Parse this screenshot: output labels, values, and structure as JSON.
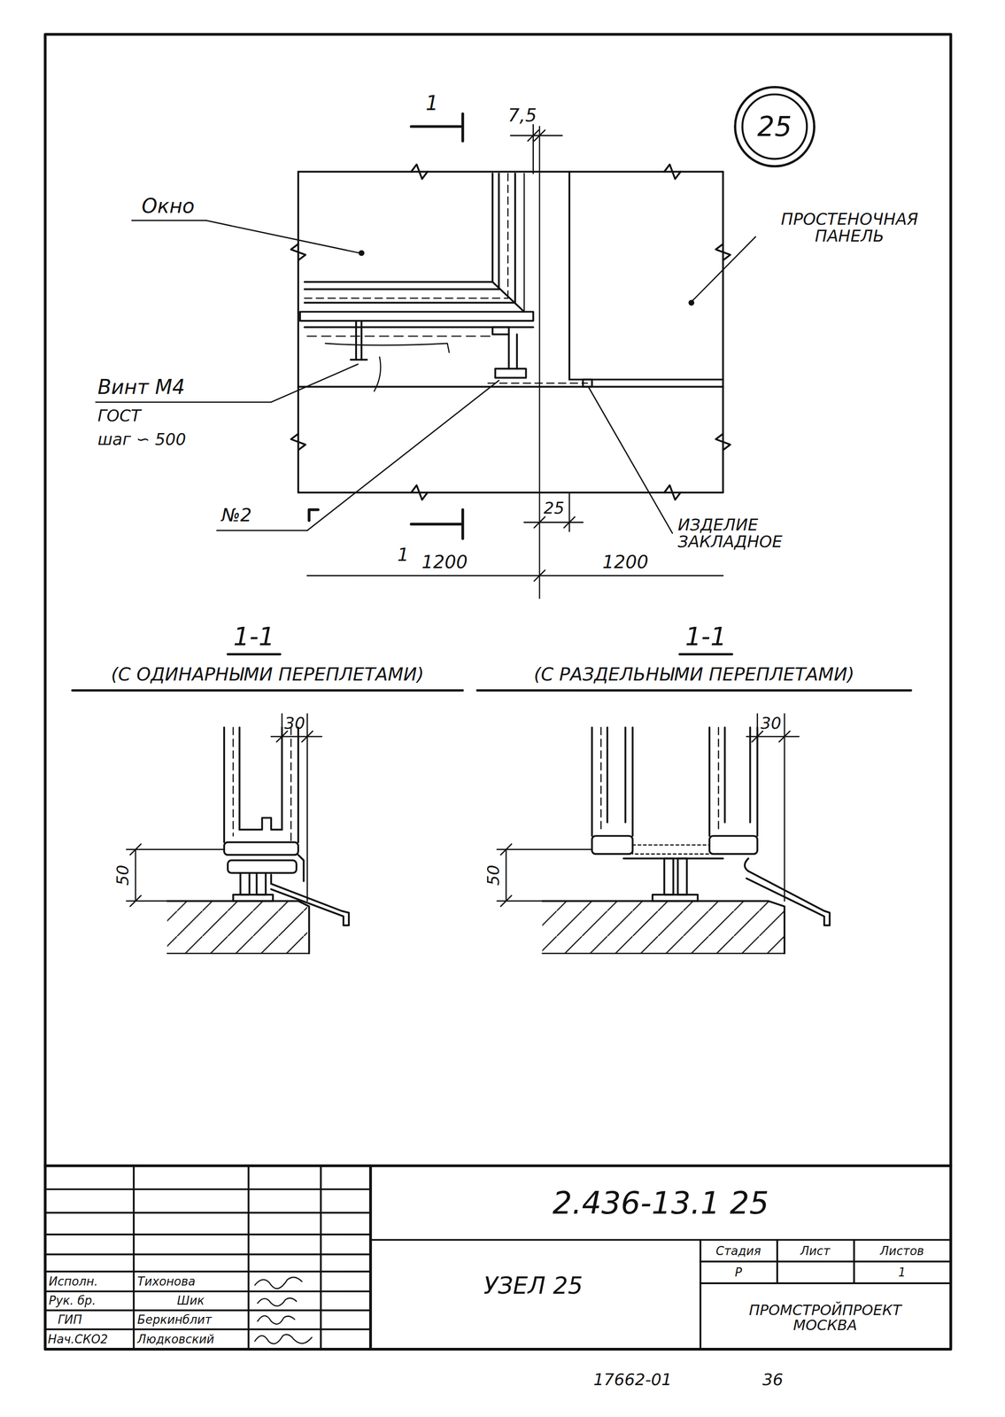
{
  "diagram": {
    "nodes": [
      {
        "text": [
          "25"
        ]
      }
    ],
    "labels": [
      "1",
      "7,5",
      "Окно",
      "ПРОСТЕНОЧНАЯ ПАНЕЛЬ",
      "Винт М4",
      "ГОСТ",
      "шаг ∽ 500",
      "№2",
      "25",
      "ИЗДЕЛИЕ ЗАКЛАДНОЕ",
      "1",
      "1200",
      "1200",
      "1-1",
      "(С ОДИНАРНЫМИ ПЕРЕПЛЕТАМИ)",
      "1-1",
      "(С РАЗДЕЛЬНЫМИ ПЕРЕПЛЕТАМИ)",
      "30",
      "50",
      "30",
      "50",
      "2.436-13.1 25",
      "Исполн.",
      "Тихонова",
      "Рук. бр.",
      "Шик",
      "ГИП",
      "Беркинблит",
      "Нач.СКО2",
      "Людковский",
      "УЗЕЛ 25",
      "Стадия",
      "Лист",
      "Листов",
      "Р",
      "1",
      "ПРОМСТРОЙПРОЕКТ МОСКВА",
      "17662-01",
      "36"
    ]
  }
}
